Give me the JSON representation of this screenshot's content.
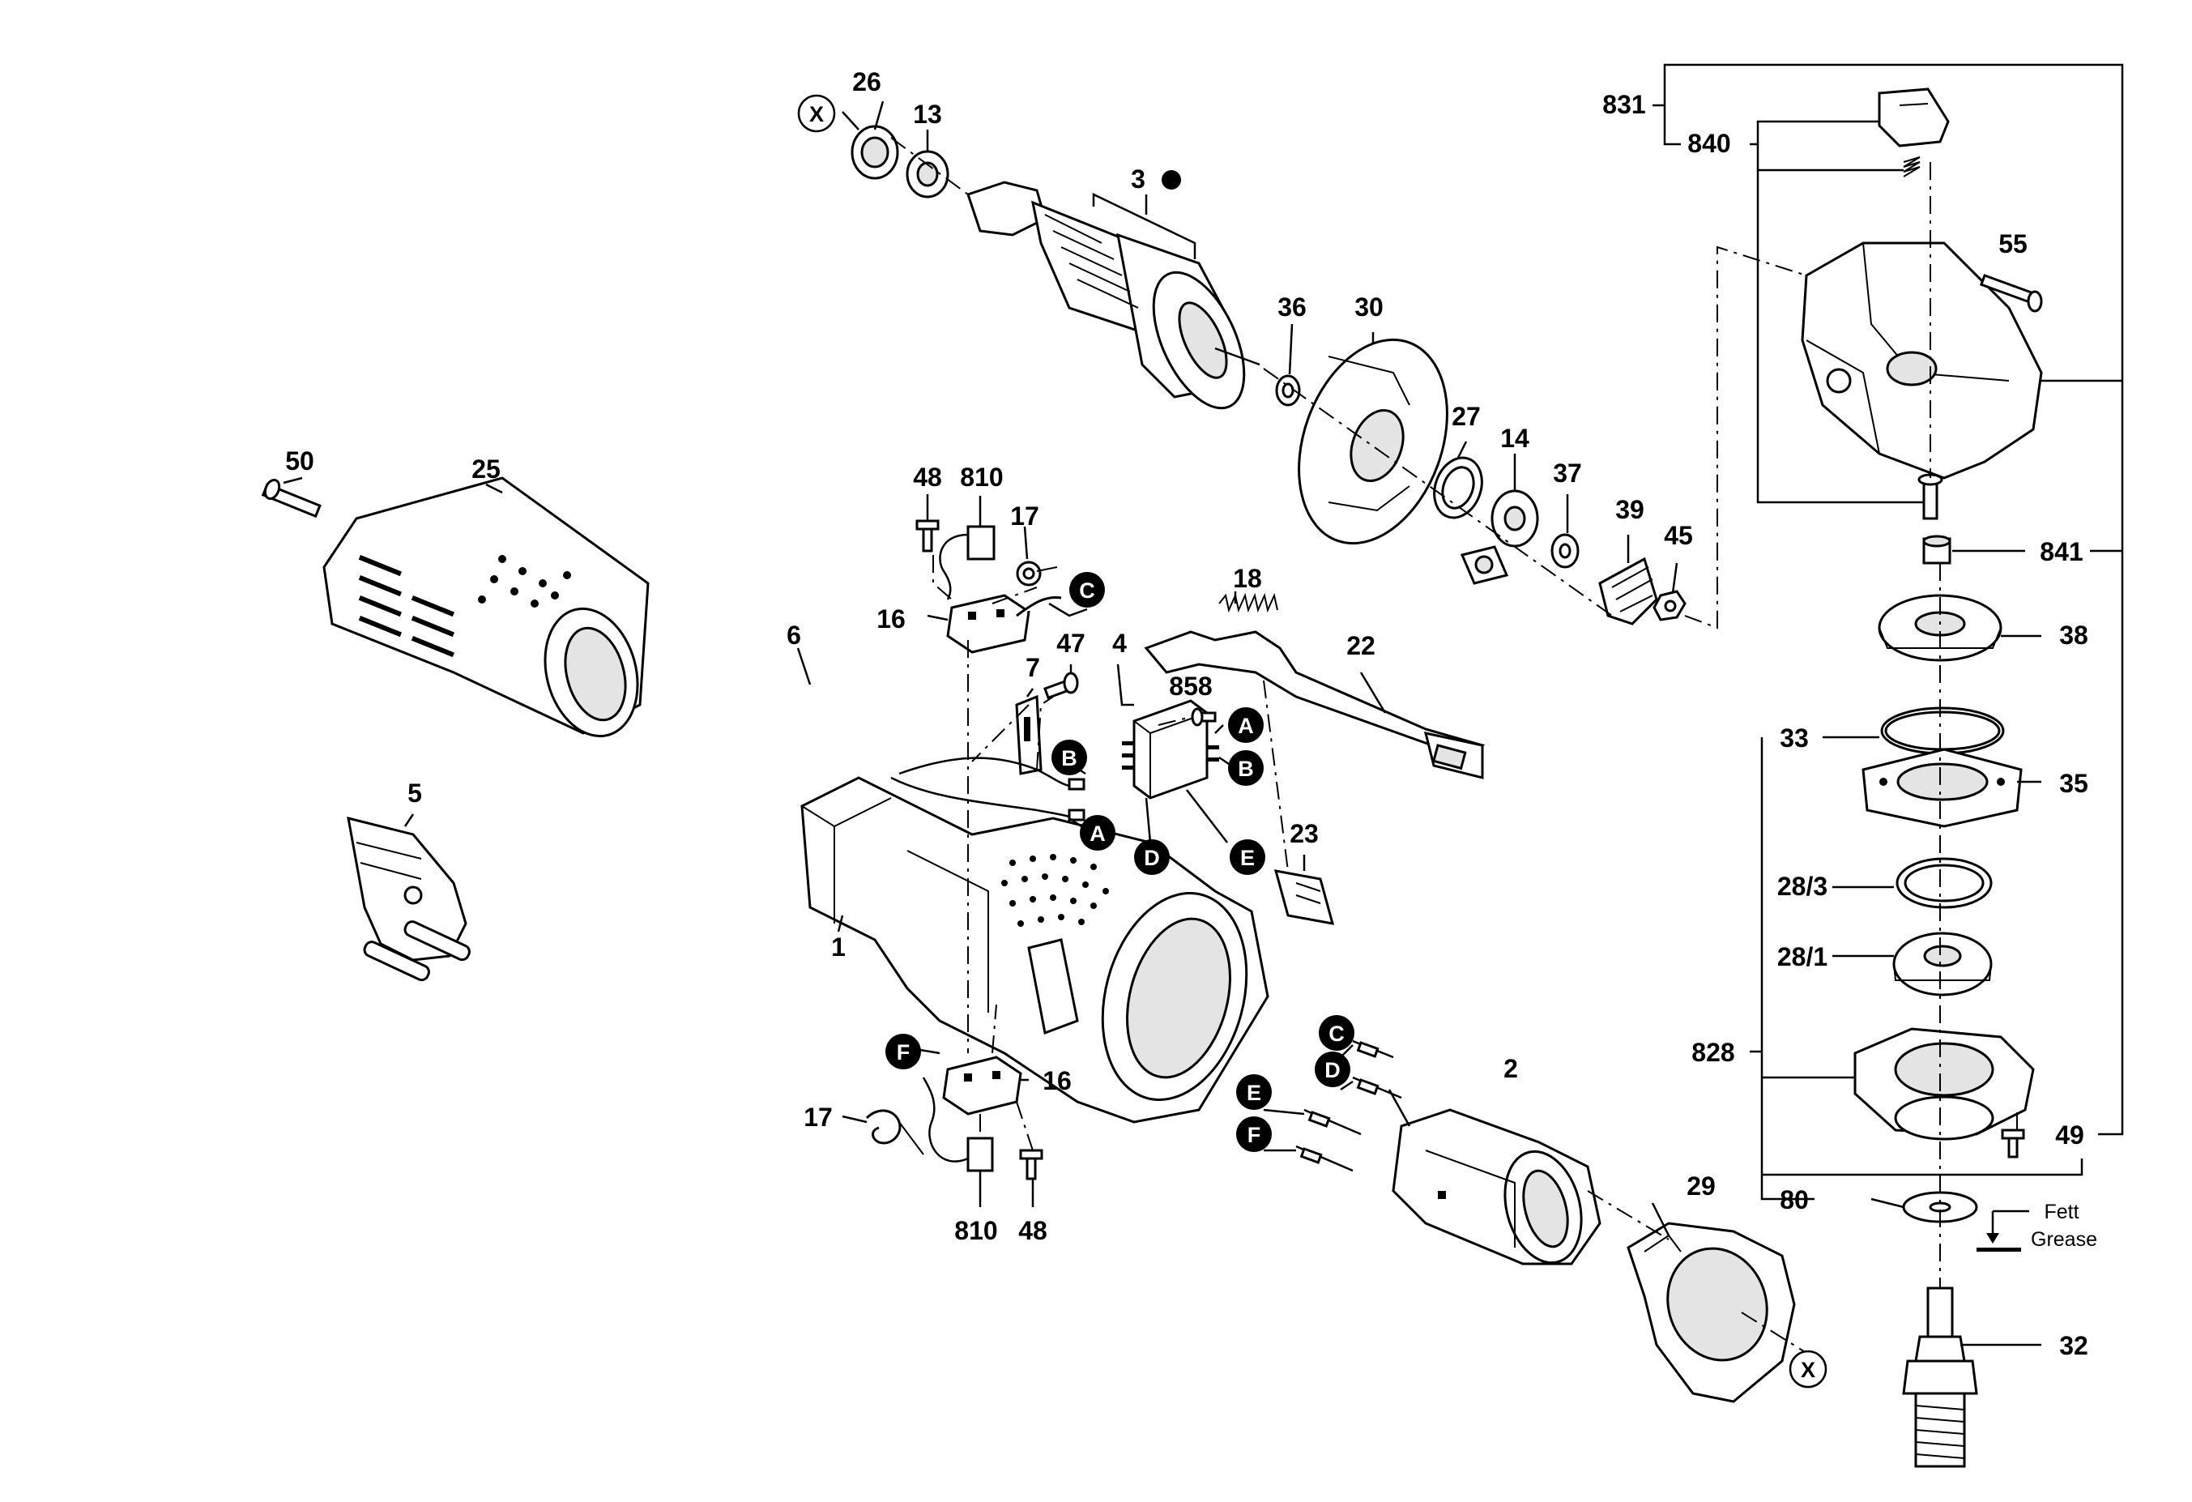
{
  "labels": {
    "p1": "1",
    "p2": "2",
    "p3": "3",
    "p4": "4",
    "p5": "5",
    "p6": "6",
    "p7": "7",
    "p13": "13",
    "p14": "14",
    "p16a": "16",
    "p16b": "16",
    "p17a": "17",
    "p17b": "17",
    "p18": "18",
    "p22": "22",
    "p23": "23",
    "p25": "25",
    "p26": "26",
    "p27": "27",
    "p28_1": "28/1",
    "p28_3": "28/3",
    "p29": "29",
    "p30": "30",
    "p32": "32",
    "p33": "33",
    "p35": "35",
    "p36": "36",
    "p37": "37",
    "p38": "38",
    "p39": "39",
    "p45": "45",
    "p47": "47",
    "p48a": "48",
    "p48b": "48",
    "p49": "49",
    "p50": "50",
    "p55": "55",
    "p80": "80",
    "p810a": "810",
    "p810b": "810",
    "p828": "828",
    "p831": "831",
    "p840": "840",
    "p841": "841",
    "p858": "858"
  },
  "markers": {
    "A": "A",
    "B": "B",
    "C": "C",
    "D": "D",
    "E": "E",
    "F": "F",
    "X": "X"
  },
  "grease_note": {
    "line1": "Fett",
    "line2": "Grease"
  }
}
